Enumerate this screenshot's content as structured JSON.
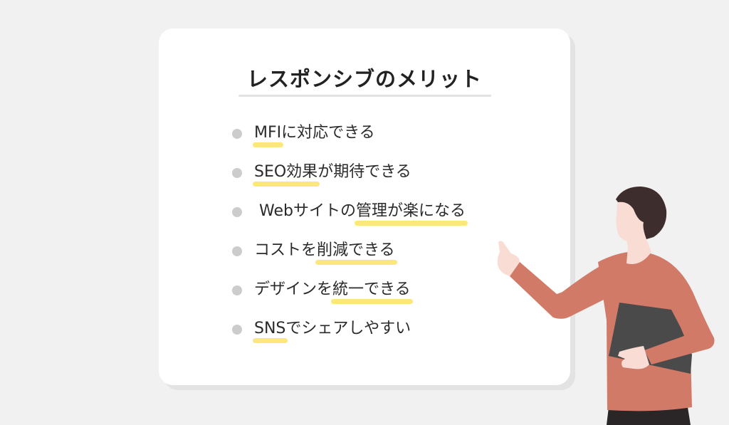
{
  "card": {
    "title": "レスポンシブのメリット",
    "items": [
      {
        "pre": "",
        "highlight": "MFI",
        "post": "に対応できる"
      },
      {
        "pre": "",
        "highlight": "SEO効果",
        "post": "が期待できる"
      },
      {
        "pre": " Webサイトの",
        "highlight": "管理が楽になる",
        "post": ""
      },
      {
        "pre": "コストを",
        "highlight": "削減できる",
        "post": ""
      },
      {
        "pre": "デザインを",
        "highlight": "統一できる",
        "post": ""
      },
      {
        "pre": "",
        "highlight": "SNS",
        "post": "でシェアしやすい"
      }
    ]
  },
  "colors": {
    "background": "#f1f1f1",
    "card": "#ffffff",
    "card_shadow": "#e3e3e3",
    "bullet": "#cccccc",
    "highlight": "#fbe77a",
    "text": "#2a2a2a",
    "shirt": "#d27a68",
    "hair": "#3d2d2c",
    "skin": "#f9dcd4",
    "folder": "#4a4a4a",
    "pants": "#2a2526"
  },
  "illustration": {
    "subject": "person-pointing-at-card-holding-folder"
  }
}
